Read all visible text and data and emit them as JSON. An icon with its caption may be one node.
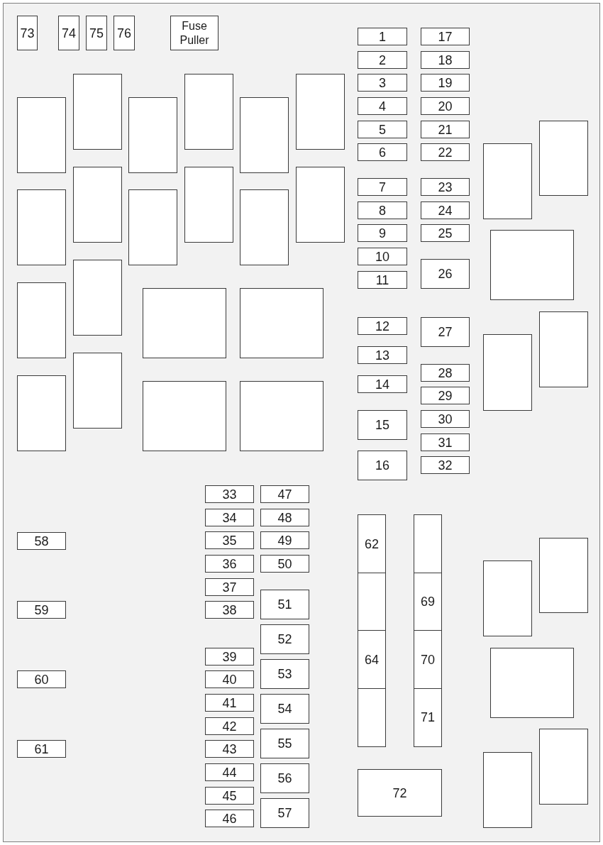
{
  "diagram": {
    "nodes": [
      {
        "text": [
          "73"
        ]
      },
      {
        "text": [
          "74"
        ]
      },
      {
        "text": [
          "75"
        ]
      },
      {
        "text": [
          "76"
        ]
      },
      {
        "text": [
          "Fuse Puller"
        ]
      },
      {
        "text": [],
        "shape": "box"
      },
      {
        "text": [],
        "shape": "box"
      },
      {
        "text": [],
        "shape": "box"
      },
      {
        "text": [],
        "shape": "box"
      },
      {
        "text": [],
        "shape": "box"
      },
      {
        "text": [],
        "shape": "box"
      },
      {
        "text": [],
        "shape": "box"
      },
      {
        "text": [],
        "shape": "box"
      },
      {
        "text": [],
        "shape": "box"
      },
      {
        "text": [],
        "shape": "box"
      },
      {
        "text": [],
        "shape": "box"
      },
      {
        "text": [],
        "shape": "box"
      },
      {
        "text": [],
        "shape": "box"
      },
      {
        "text": [],
        "shape": "box"
      },
      {
        "text": [],
        "shape": "box"
      },
      {
        "text": [],
        "shape": "box"
      },
      {
        "text": [],
        "shape": "box"
      },
      {
        "text": [],
        "shape": "box"
      },
      {
        "text": [],
        "shape": "box"
      },
      {
        "text": [],
        "shape": "box"
      },
      {
        "text": [
          "1"
        ]
      },
      {
        "text": [
          "2"
        ]
      },
      {
        "text": [
          "3"
        ]
      },
      {
        "text": [
          "4"
        ]
      },
      {
        "text": [
          "5"
        ]
      },
      {
        "text": [
          "6"
        ]
      },
      {
        "text": [
          "7"
        ]
      },
      {
        "text": [
          "8"
        ]
      },
      {
        "text": [
          "9"
        ]
      },
      {
        "text": [
          "10"
        ]
      },
      {
        "text": [
          "11"
        ]
      },
      {
        "text": [
          "12"
        ]
      },
      {
        "text": [
          "13"
        ]
      },
      {
        "text": [
          "14"
        ]
      },
      {
        "text": [
          "15"
        ]
      },
      {
        "text": [
          "16"
        ]
      },
      {
        "text": [
          "17"
        ]
      },
      {
        "text": [
          "18"
        ]
      },
      {
        "text": [
          "19"
        ]
      },
      {
        "text": [
          "20"
        ]
      },
      {
        "text": [
          "21"
        ]
      },
      {
        "text": [
          "22"
        ]
      },
      {
        "text": [
          "23"
        ]
      },
      {
        "text": [
          "24"
        ]
      },
      {
        "text": [
          "25"
        ]
      },
      {
        "text": [
          "26"
        ]
      },
      {
        "text": [
          "27"
        ]
      },
      {
        "text": [
          "28"
        ]
      },
      {
        "text": [
          "29"
        ]
      },
      {
        "text": [
          "30"
        ]
      },
      {
        "text": [
          "31"
        ]
      },
      {
        "text": [
          "32"
        ]
      },
      {
        "text": [],
        "shape": "box"
      },
      {
        "text": [],
        "shape": "box"
      },
      {
        "text": [],
        "shape": "box"
      },
      {
        "text": [],
        "shape": "box"
      },
      {
        "text": [],
        "shape": "box"
      },
      {
        "text": [
          "58"
        ]
      },
      {
        "text": [
          "59"
        ]
      },
      {
        "text": [
          "60"
        ]
      },
      {
        "text": [
          "61"
        ]
      },
      {
        "text": [
          "33"
        ]
      },
      {
        "text": [
          "34"
        ]
      },
      {
        "text": [
          "35"
        ]
      },
      {
        "text": [
          "36"
        ]
      },
      {
        "text": [
          "37"
        ]
      },
      {
        "text": [
          "38"
        ]
      },
      {
        "text": [
          "39"
        ]
      },
      {
        "text": [
          "40"
        ]
      },
      {
        "text": [
          "41"
        ]
      },
      {
        "text": [
          "42"
        ]
      },
      {
        "text": [
          "43"
        ]
      },
      {
        "text": [
          "44"
        ]
      },
      {
        "text": [
          "45"
        ]
      },
      {
        "text": [
          "46"
        ]
      },
      {
        "text": [
          "47"
        ]
      },
      {
        "text": [
          "48"
        ]
      },
      {
        "text": [
          "49"
        ]
      },
      {
        "text": [
          "50"
        ]
      },
      {
        "text": [
          "51"
        ]
      },
      {
        "text": [
          "52"
        ]
      },
      {
        "text": [
          "53"
        ]
      },
      {
        "text": [
          "54"
        ]
      },
      {
        "text": [
          "55"
        ]
      },
      {
        "text": [
          "56"
        ]
      },
      {
        "text": [
          "57"
        ]
      },
      {
        "text": [
          "62"
        ]
      },
      {
        "text": [],
        "shape": "box"
      },
      {
        "text": [
          "64"
        ]
      },
      {
        "text": [],
        "shape": "box"
      },
      {
        "text": [],
        "shape": "box"
      },
      {
        "text": [
          "69"
        ]
      },
      {
        "text": [
          "70"
        ]
      },
      {
        "text": [
          "71"
        ]
      },
      {
        "text": [
          "72"
        ]
      },
      {
        "text": [],
        "shape": "box"
      },
      {
        "text": [],
        "shape": "box"
      },
      {
        "text": [],
        "shape": "box"
      },
      {
        "text": [],
        "shape": "box"
      },
      {
        "text": [],
        "shape": "box"
      }
    ]
  }
}
